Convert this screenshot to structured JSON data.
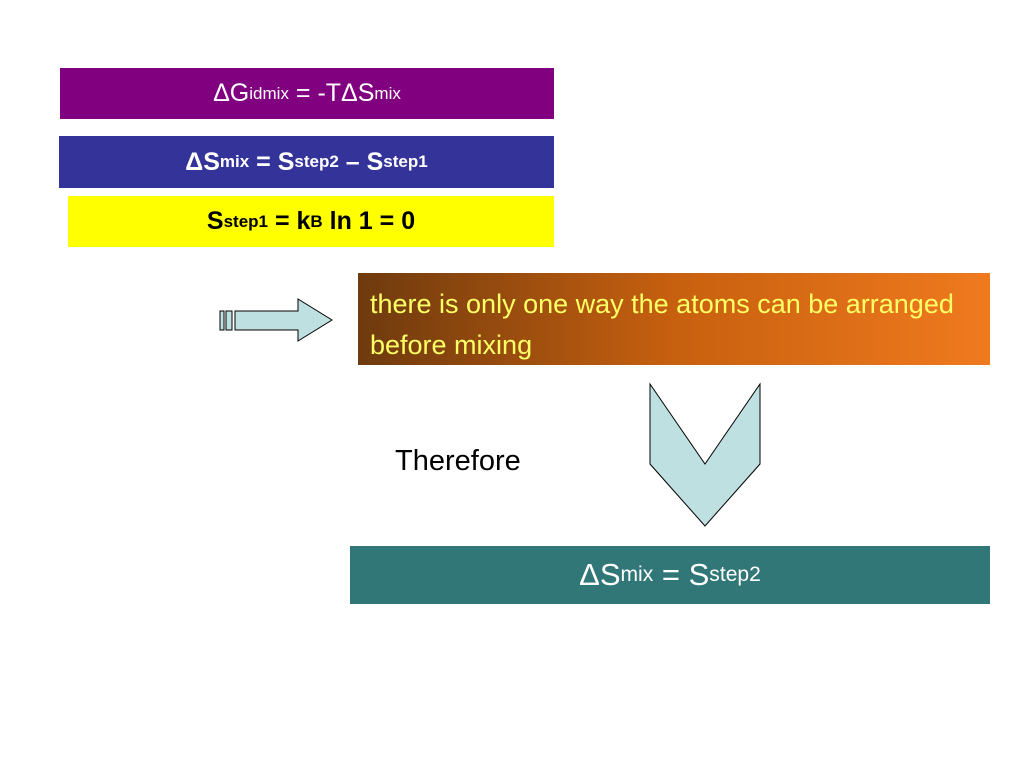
{
  "eq1": {
    "d": "ΔG",
    "sup": "id",
    "sub1": "mix",
    "mid": " = -TΔS",
    "sub2": "mix"
  },
  "eq2": {
    "d": "ΔS",
    "sub1": "mix",
    "mid1": " = S",
    "sub2": "step2",
    "mid2": " – S",
    "sub3": "step1"
  },
  "eq3": {
    "s": "S",
    "sub1": "step1",
    "mid1": " = k",
    "sub2": "B",
    "mid2": " ln 1 = 0"
  },
  "note": {
    "text": "there is only one way the atoms can be arranged before mixing"
  },
  "connector": {
    "label": "Therefore"
  },
  "result": {
    "d": "ΔS",
    "sub1": "mix",
    "mid": " = S",
    "sub2": "step2"
  },
  "colors": {
    "eq1_bg": "#800080",
    "eq2_bg": "#333399",
    "eq3_bg": "#ffff00",
    "note_text": "#ffff66",
    "result_bg": "#317778",
    "arrow_fill": "#bfe0e0"
  },
  "icons": [
    "right-arrow-icon",
    "down-arrow-icon"
  ]
}
